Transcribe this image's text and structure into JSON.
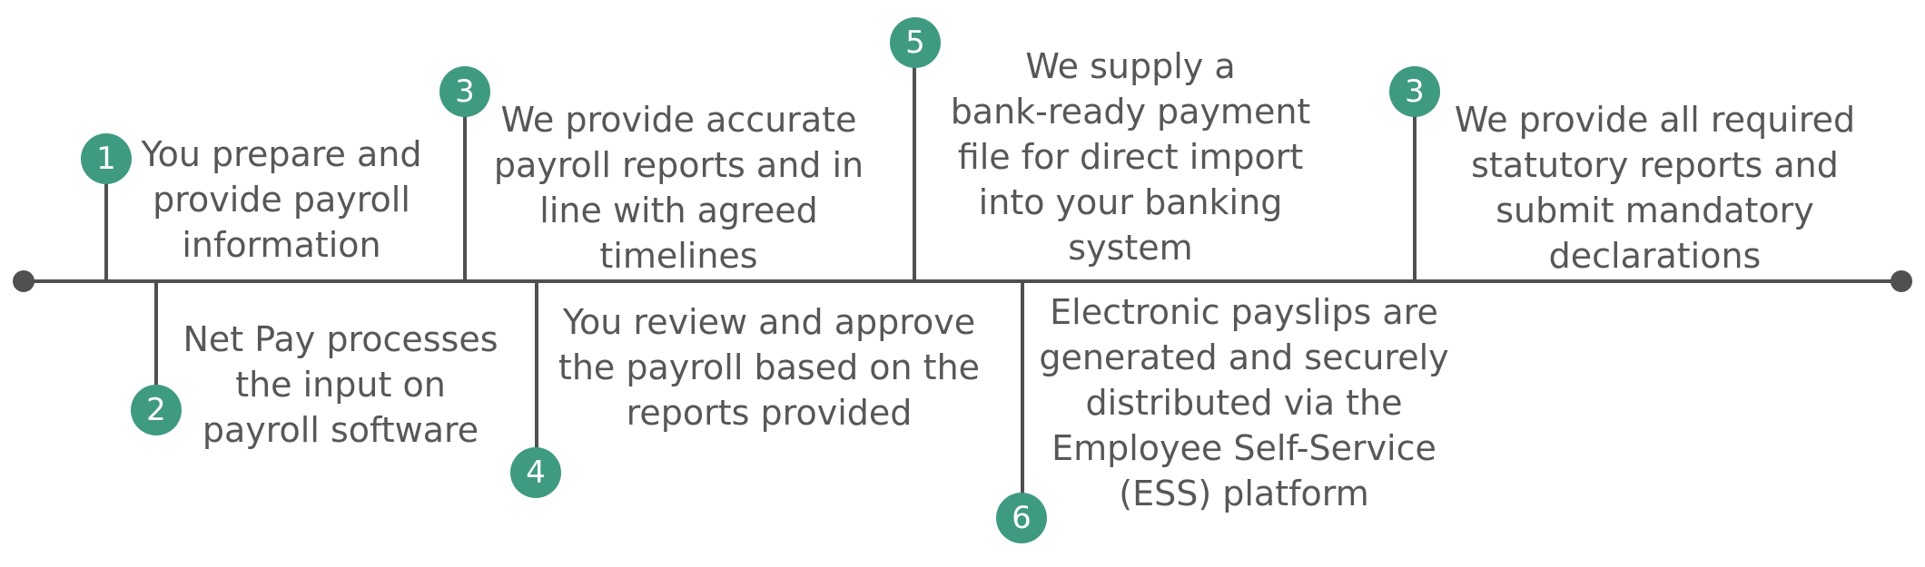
{
  "colors": {
    "accent": "#3f9a82",
    "line": "#505050",
    "text": "#575757"
  },
  "steps": [
    {
      "number": "1",
      "text": "You prepare and\nprovide  payroll\ninformation"
    },
    {
      "number": "2",
      "text": "Net Pay processes\nthe input on\npayroll software"
    },
    {
      "number": "3",
      "text": "We provide accurate\npayroll reports and in\nline with agreed\ntimelines"
    },
    {
      "number": "4",
      "text": "You review and approve\nthe payroll based on the\nreports provided"
    },
    {
      "number": "5",
      "text": "We supply a\nbank-ready payment\nfile for direct import\ninto your banking\nsystem"
    },
    {
      "number": "6",
      "text": "Electronic payslips are\ngenerated and securely\ndistributed via the\nEmployee Self-Service\n(ESS) platform"
    },
    {
      "number": "3",
      "text": "We provide all required\nstatutory reports and\nsubmit mandatory\ndeclarations"
    }
  ]
}
